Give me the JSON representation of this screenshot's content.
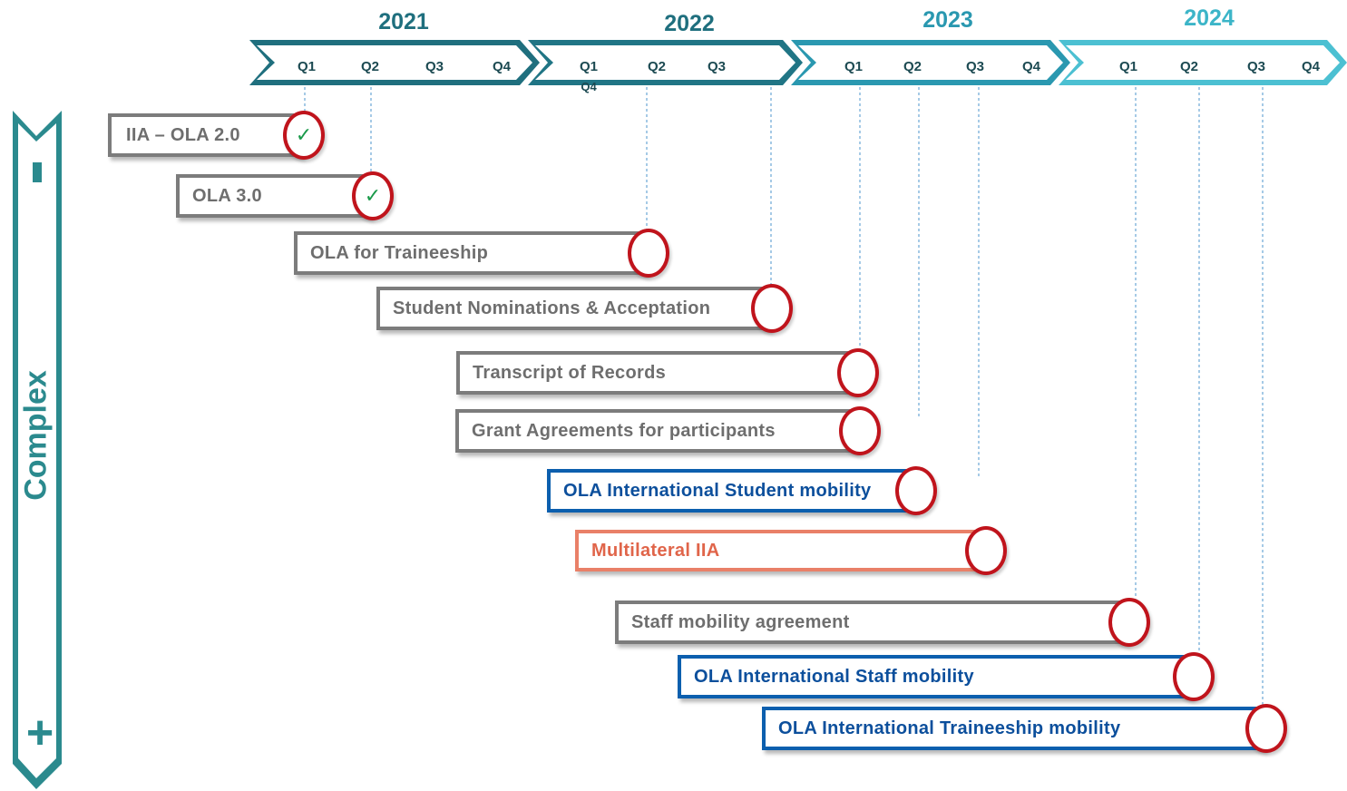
{
  "colors": {
    "teal_dark": "#1f6f7e",
    "teal_mid": "#2b8a8e",
    "teal_light": "#3cb5c8",
    "gray_bar": "#7c7c7c",
    "blue_bar": "#0c5fae",
    "orange_bar": "#e98068",
    "marker_red": "#c0141c",
    "check_green": "#1a9a4a"
  },
  "timeline": {
    "years": [
      {
        "label": "2021",
        "color": "#1f6f7e"
      },
      {
        "label": "2022",
        "color": "#1f6f7e"
      },
      {
        "label": "2023",
        "color": "#2a98b0"
      },
      {
        "label": "2024",
        "color": "#3cb5c8"
      }
    ],
    "quarters": [
      [
        "Q1",
        "Q2",
        "Q3",
        "Q4"
      ],
      [
        "Q1",
        "Q2",
        "Q3",
        "Q4"
      ],
      [
        "Q1",
        "Q2",
        "Q3",
        "Q4"
      ],
      [
        "Q1",
        "Q2",
        "Q3",
        "Q4"
      ]
    ]
  },
  "complexity_axis": {
    "label": "Complex",
    "top_sign": "-",
    "bottom_sign": "+"
  },
  "milestones": [
    {
      "label": "IIA  –  OLA 2.0",
      "style": "gray",
      "done": true,
      "check": "✓"
    },
    {
      "label": "OLA 3.0",
      "style": "gray",
      "done": true,
      "check": "✓"
    },
    {
      "label": "OLA for Traineeship",
      "style": "gray",
      "done": false
    },
    {
      "label": "Student Nominations & Acceptation",
      "style": "gray",
      "done": false
    },
    {
      "label": "Transcript  of Records",
      "style": "gray",
      "done": false
    },
    {
      "label": "Grant Agreements for participants",
      "style": "gray",
      "done": false
    },
    {
      "label": "OLA International Student mobility",
      "style": "blue",
      "done": false
    },
    {
      "label": "Multilateral IIA",
      "style": "orange",
      "done": false
    },
    {
      "label": "Staff mobility agreement",
      "style": "gray",
      "done": false
    },
    {
      "label": "OLA International Staff mobility",
      "style": "blue",
      "done": false
    },
    {
      "label": "OLA International Traineeship mobility",
      "style": "blue",
      "done": false
    }
  ]
}
